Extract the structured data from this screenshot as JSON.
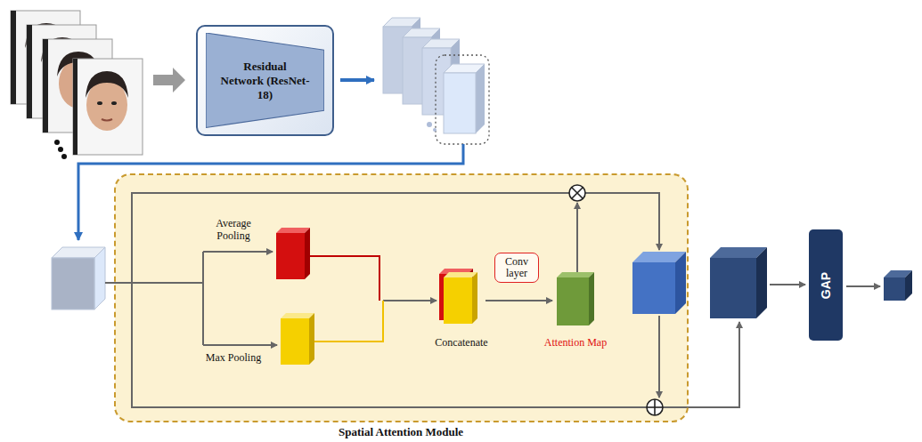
{
  "diagram": {
    "nodes": [
      {
        "text": [
          "Residual Network (ResNet-18)"
        ]
      },
      {
        "text": [
          "Spatial Attention Module"
        ]
      },
      {
        "text": [
          "Conv layer"
        ],
        "in": 1
      },
      {
        "text": [
          "GAP"
        ]
      }
    ],
    "labels": [
      "Average Pooling",
      "Max Pooling",
      "Concatenate",
      "Attention Map"
    ]
  }
}
